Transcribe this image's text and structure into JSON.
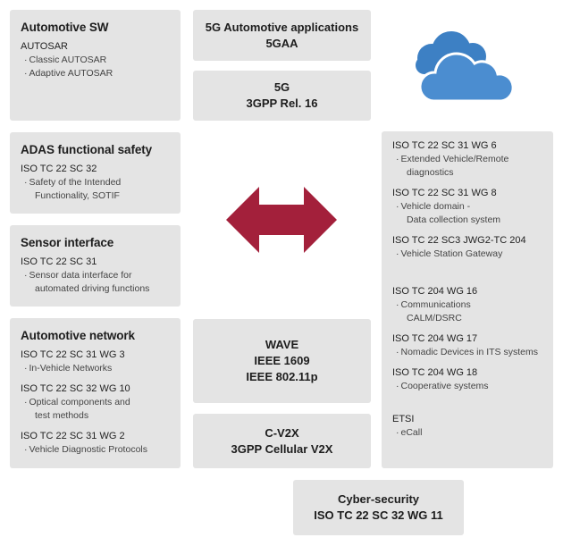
{
  "left": {
    "sw": {
      "title": "Automotive SW",
      "std": "AUTOSAR",
      "items": [
        "Classic AUTOSAR",
        "Adaptive AUTOSAR"
      ]
    },
    "adas": {
      "title": "ADAS functional safety",
      "std": "ISO TC 22 SC 32",
      "items": [
        "Safety of the Intended",
        "Functionality, SOTIF"
      ]
    },
    "sensor": {
      "title": "Sensor interface",
      "std": "ISO TC 22 SC 31",
      "items": [
        "Sensor data interface for",
        "automated driving functions"
      ]
    },
    "network": {
      "title": "Automotive network",
      "groups": [
        {
          "std": "ISO TC 22 SC 31 WG 3",
          "items": [
            "In-Vehicle Networks"
          ]
        },
        {
          "std": "ISO TC 22 SC 32 WG 10",
          "items": [
            "Optical components and",
            "test methods"
          ]
        },
        {
          "std": "ISO TC 22 SC 31 WG 2",
          "items": [
            "Vehicle Diagnostic Protocols"
          ]
        }
      ]
    }
  },
  "center": {
    "fiveg_apps": {
      "line1": "5G Automotive applications",
      "line2": "5GAA"
    },
    "fiveg": {
      "line1": "5G",
      "line2": "3GPP Rel. 16"
    },
    "wave": {
      "line1": "WAVE",
      "line2": "IEEE 1609",
      "line3": "IEEE 802.11p"
    },
    "cv2x": {
      "line1": "C-V2X",
      "line2": "3GPP Cellular V2X"
    },
    "cyber": {
      "line1": "Cyber-security",
      "line2": "ISO TC 22 SC 32 WG 11"
    }
  },
  "right": {
    "groups": [
      {
        "std": "ISO TC 22 SC 31 WG 6",
        "items": [
          "Extended Vehicle/Remote",
          "diagnostics"
        ]
      },
      {
        "std": "ISO TC 22 SC 31 WG 8",
        "items": [
          "Vehicle domain -",
          "Data collection system"
        ]
      },
      {
        "std": "ISO TC 22 SC3 JWG2-TC 204",
        "items": [
          "Vehicle Station Gateway"
        ]
      },
      {
        "std": "ISO TC 204 WG 16",
        "items": [
          "Communications",
          "CALM/DSRC"
        ]
      },
      {
        "std": "ISO TC 204 WG 17",
        "items": [
          "Nomadic Devices in ITS systems"
        ]
      },
      {
        "std": "ISO TC 204 WG 18",
        "items": [
          "Cooperative systems"
        ]
      },
      {
        "std": "ETSI",
        "items": [
          "eCall"
        ]
      }
    ]
  },
  "icons": {
    "cloud": "cloud-icon",
    "arrow": "double-arrow-icon"
  },
  "colors": {
    "box_bg": "#e4e4e4",
    "cloud": "#3d80c4",
    "arrow": "#a3203b"
  }
}
